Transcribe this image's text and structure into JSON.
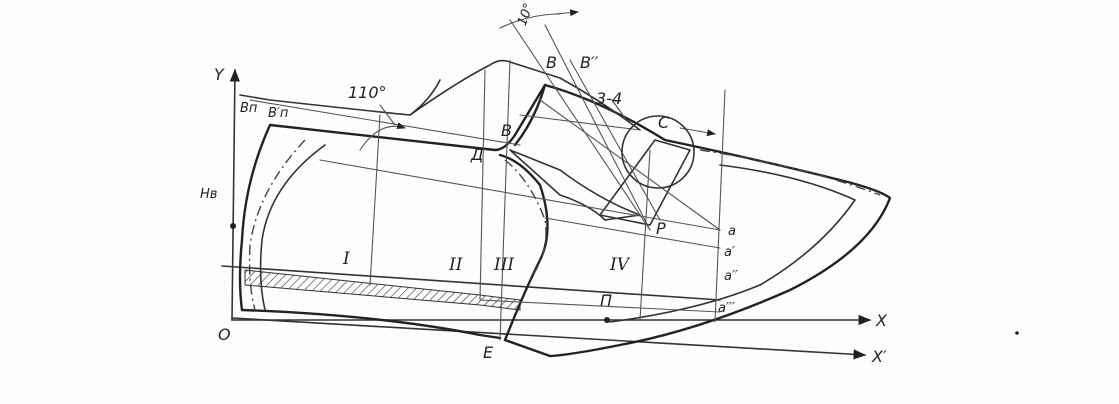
{
  "labels": {
    "y_axis": "Y",
    "x_axis": "X",
    "x_prime_axis": "X′",
    "origin": "O",
    "bn": "Bп",
    "bn_prime": "B′п",
    "hb": "Hв",
    "angle_110": "110°",
    "angle_10": "10°",
    "v_top": "B",
    "v_double": "B′′",
    "v_mid": "B",
    "d": "Д",
    "dim_34": "3-4",
    "c": "C",
    "p_upper": "P",
    "p_lower": "П",
    "e": "E",
    "a": "a",
    "a1": "a′",
    "a2": "a′′",
    "a3": "a′′′",
    "zone_1": "I",
    "zone_2": "II",
    "zone_3": "III",
    "zone_4": "IV"
  },
  "colors": {
    "line": "#333333",
    "paper": "#fdfdfd"
  }
}
